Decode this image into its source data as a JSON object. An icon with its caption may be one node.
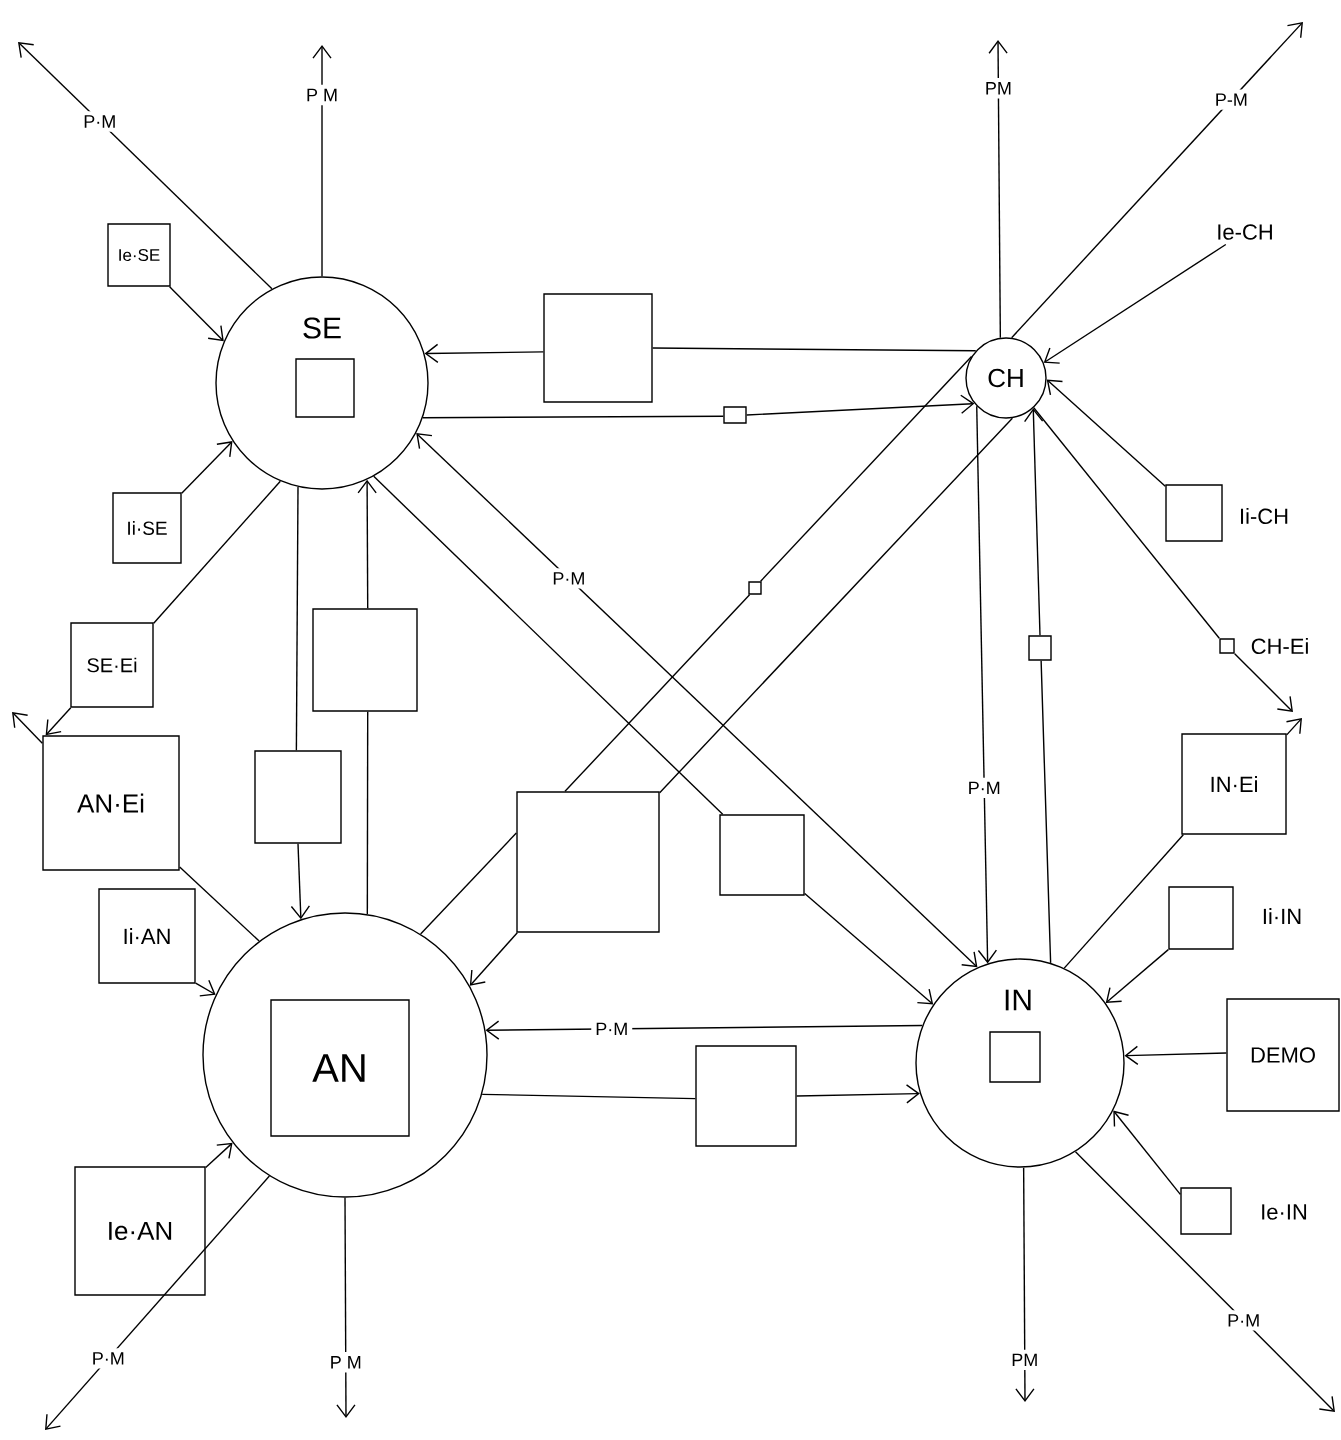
{
  "diagram": {
    "nodes": [
      {
        "text": [
          "SE"
        ]
      },
      {
        "text": [],
        "shape": "box",
        "in": 0
      },
      {
        "text": [
          "CH"
        ]
      },
      {
        "text": [],
        "shape": "circle"
      },
      {
        "text": [
          "AN"
        ],
        "in": 3
      },
      {
        "text": [
          "IN"
        ]
      },
      {
        "text": [],
        "shape": "box",
        "in": 5
      },
      {
        "text": [
          "Ie·SE"
        ]
      },
      {
        "text": [
          "Ii·SE"
        ]
      },
      {
        "text": [
          "SE·Ei"
        ]
      },
      {
        "text": [
          "AN·Ei"
        ]
      },
      {
        "text": [
          "Ii·AN"
        ]
      },
      {
        "text": [
          "Ie·AN"
        ]
      },
      {
        "text": [
          "IN·Ei"
        ]
      },
      {
        "text": [
          "Ii·IN"
        ]
      },
      {
        "text": [
          "DEMO"
        ]
      },
      {
        "text": [
          "Ie·IN"
        ]
      },
      {
        "text": [
          "Ii-CH"
        ]
      },
      {
        "text": [
          "CH-Ei"
        ]
      },
      {
        "text": [
          "Ie-CH"
        ]
      },
      {
        "text": [],
        "shape": "box"
      },
      {
        "text": [],
        "shape": "box"
      },
      {
        "text": [],
        "shape": "box"
      },
      {
        "text": [],
        "shape": "box"
      },
      {
        "text": [],
        "shape": "box"
      },
      {
        "text": [],
        "shape": "box"
      },
      {
        "text": [],
        "shape": "box"
      },
      {
        "text": [],
        "shape": "box"
      },
      {
        "text": [],
        "shape": "box"
      }
    ],
    "edges": [
      {
        "from": 20,
        "to": 0,
        "arrow": "to"
      },
      {
        "from": 2,
        "to": 20,
        "arrow": "none"
      },
      {
        "from": 0,
        "to": 21,
        "arrow": "none"
      },
      {
        "from": 21,
        "to": 2,
        "arrow": "to"
      },
      {
        "from": 0,
        "to": 23,
        "arrow": "none"
      },
      {
        "from": 23,
        "to": 3,
        "arrow": "to"
      },
      {
        "from": 3,
        "to": 22,
        "arrow": "none"
      },
      {
        "from": 22,
        "to": 0,
        "arrow": "to"
      },
      {
        "from": 3,
        "to": 25,
        "arrow": "none"
      },
      {
        "from": 25,
        "to": 24,
        "arrow": "none"
      },
      {
        "from": 24,
        "to": 2,
        "arrow": "none"
      },
      {
        "from": 2,
        "to": 25,
        "arrow": "none"
      },
      {
        "from": 25,
        "to": 3,
        "arrow": "to"
      },
      {
        "from": 0,
        "to": 26,
        "arrow": "none"
      },
      {
        "from": 26,
        "to": 5,
        "arrow": "to"
      },
      {
        "from": 0,
        "to": 5,
        "arrow": "both",
        "label": "P·M"
      },
      {
        "from": 5,
        "to": 3,
        "arrow": "to",
        "label": "P·M"
      },
      {
        "from": 3,
        "to": 27,
        "arrow": "none"
      },
      {
        "from": 27,
        "to": 5,
        "arrow": "to"
      },
      {
        "from": 2,
        "to": 5,
        "arrow": "to",
        "label": "P·M"
      },
      {
        "from": 5,
        "to": 28,
        "arrow": "none"
      },
      {
        "from": 28,
        "to": 2,
        "arrow": "to"
      },
      {
        "from": 2,
        "to": 18,
        "arrow": "none"
      },
      {
        "from": 18,
        "to": null,
        "arrow": "to"
      },
      {
        "from": 17,
        "to": 2,
        "arrow": "to"
      },
      {
        "from": 19,
        "to": 2,
        "arrow": "to"
      },
      {
        "from": 2,
        "to": null,
        "arrow": "to",
        "label": "P-M"
      },
      {
        "from": 2,
        "to": null,
        "arrow": "to",
        "label": "PM"
      },
      {
        "from": 0,
        "to": null,
        "arrow": "to",
        "label": "P M"
      },
      {
        "from": 0,
        "to": null,
        "arrow": "to",
        "label": "P·M"
      },
      {
        "from": 7,
        "to": 0,
        "arrow": "to"
      },
      {
        "from": 8,
        "to": 0,
        "arrow": "to"
      },
      {
        "from": 0,
        "to": 9,
        "arrow": "none"
      },
      {
        "from": 9,
        "to": 10,
        "arrow": "to"
      },
      {
        "from": 3,
        "to": 10,
        "arrow": "none"
      },
      {
        "from": 10,
        "to": null,
        "arrow": "to"
      },
      {
        "from": 11,
        "to": 3,
        "arrow": "to"
      },
      {
        "from": 12,
        "to": 3,
        "arrow": "to"
      },
      {
        "from": 3,
        "to": null,
        "arrow": "to",
        "label": "P·M"
      },
      {
        "from": 3,
        "to": null,
        "arrow": "to",
        "label": "P M"
      },
      {
        "from": 5,
        "to": 13,
        "arrow": "none"
      },
      {
        "from": 13,
        "to": null,
        "arrow": "to"
      },
      {
        "from": 14,
        "to": 5,
        "arrow": "to"
      },
      {
        "from": 15,
        "to": 5,
        "arrow": "to"
      },
      {
        "from": 16,
        "to": 5,
        "arrow": "to"
      },
      {
        "from": 5,
        "to": null,
        "arrow": "to",
        "label": "PM"
      },
      {
        "from": 5,
        "to": null,
        "arrow": "to",
        "label": "P·M"
      }
    ]
  }
}
